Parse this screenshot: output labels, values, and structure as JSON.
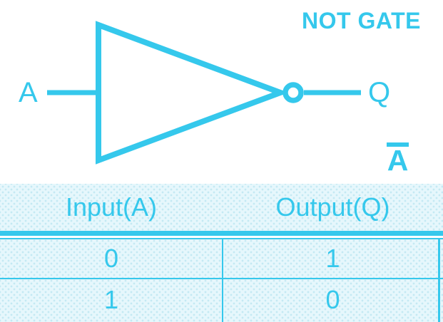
{
  "colors": {
    "accent": "#35c8ec",
    "table-bg": "#e6f7fc",
    "table-dot": "#c4e9f3"
  },
  "diagram": {
    "title": "NOT GATE",
    "input_label": "A",
    "output_label": "Q",
    "complement_label": "A"
  },
  "truth_table": {
    "headers": [
      "Input(A)",
      "Output(Q)"
    ],
    "rows": [
      [
        "0",
        "1"
      ],
      [
        "1",
        "0"
      ]
    ]
  }
}
